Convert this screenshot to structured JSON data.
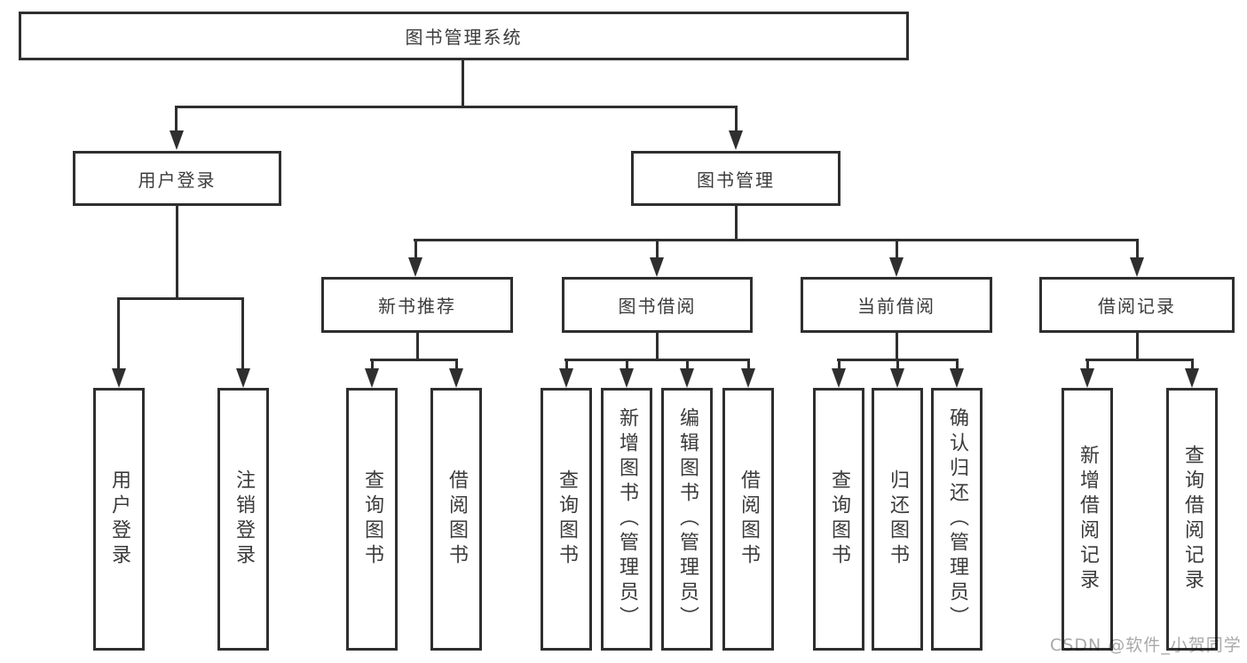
{
  "colors": {
    "line": "#2f2f2f",
    "box_border": "#2f2f2f",
    "background": "#ffffff",
    "text": "#3b3b3b",
    "watermark": "#a9a9a9"
  },
  "tree": {
    "label": "图书管理系统",
    "children": [
      {
        "label": "用户登录",
        "children": [
          {
            "label": "用户登录"
          },
          {
            "label": "注销登录"
          }
        ]
      },
      {
        "label": "图书管理",
        "children": [
          {
            "label": "新书推荐",
            "children": [
              {
                "label": "查询图书"
              },
              {
                "label": "借阅图书"
              }
            ]
          },
          {
            "label": "图书借阅",
            "children": [
              {
                "label": "查询图书"
              },
              {
                "label": "新增图书（管理员）"
              },
              {
                "label": "编辑图书（管理员）"
              },
              {
                "label": "借阅图书"
              }
            ]
          },
          {
            "label": "当前借阅",
            "children": [
              {
                "label": "查询图书"
              },
              {
                "label": "归还图书"
              },
              {
                "label": "确认归还（管理员）"
              }
            ]
          },
          {
            "label": "借阅记录",
            "children": [
              {
                "label": "新增借阅记录"
              },
              {
                "label": "查询借阅记录"
              }
            ]
          }
        ]
      }
    ]
  },
  "watermark": {
    "text": "CSDN @软件_小贺同学"
  }
}
